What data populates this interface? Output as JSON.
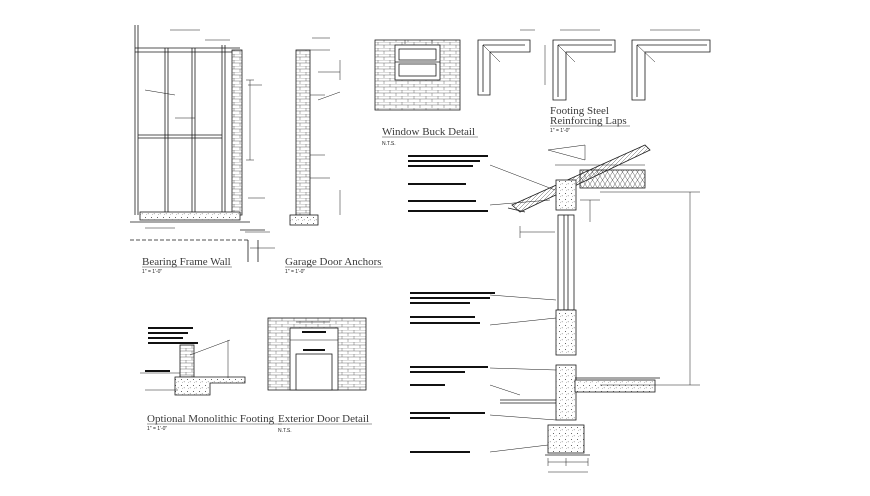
{
  "details": [
    {
      "id": "bearing-frame-wall",
      "title": "Bearing Frame Wall",
      "scale": "1\" = 1'-0\""
    },
    {
      "id": "garage-door-anchors",
      "title": "Garage Door Anchors",
      "scale": "1\" = 1'-0\""
    },
    {
      "id": "window-buck",
      "title": "Window Buck Detail",
      "scale": "N.T.S."
    },
    {
      "id": "footing-steel",
      "title": "Footing Steel Reinforcing Laps",
      "title_line1": "Footing Steel",
      "title_line2": "Reinforcing Laps",
      "scale": "1\" = 1'-0\""
    },
    {
      "id": "monolithic-footing",
      "title": "Optional Monolithic Footing",
      "scale": "1\" = 1'-0\""
    },
    {
      "id": "exterior-door",
      "title": "Exterior Door Detail",
      "scale": "N.T.S."
    }
  ],
  "colors": {
    "line": "#1a1a1a",
    "text": "#3a3a3a",
    "background": "#ffffff"
  }
}
